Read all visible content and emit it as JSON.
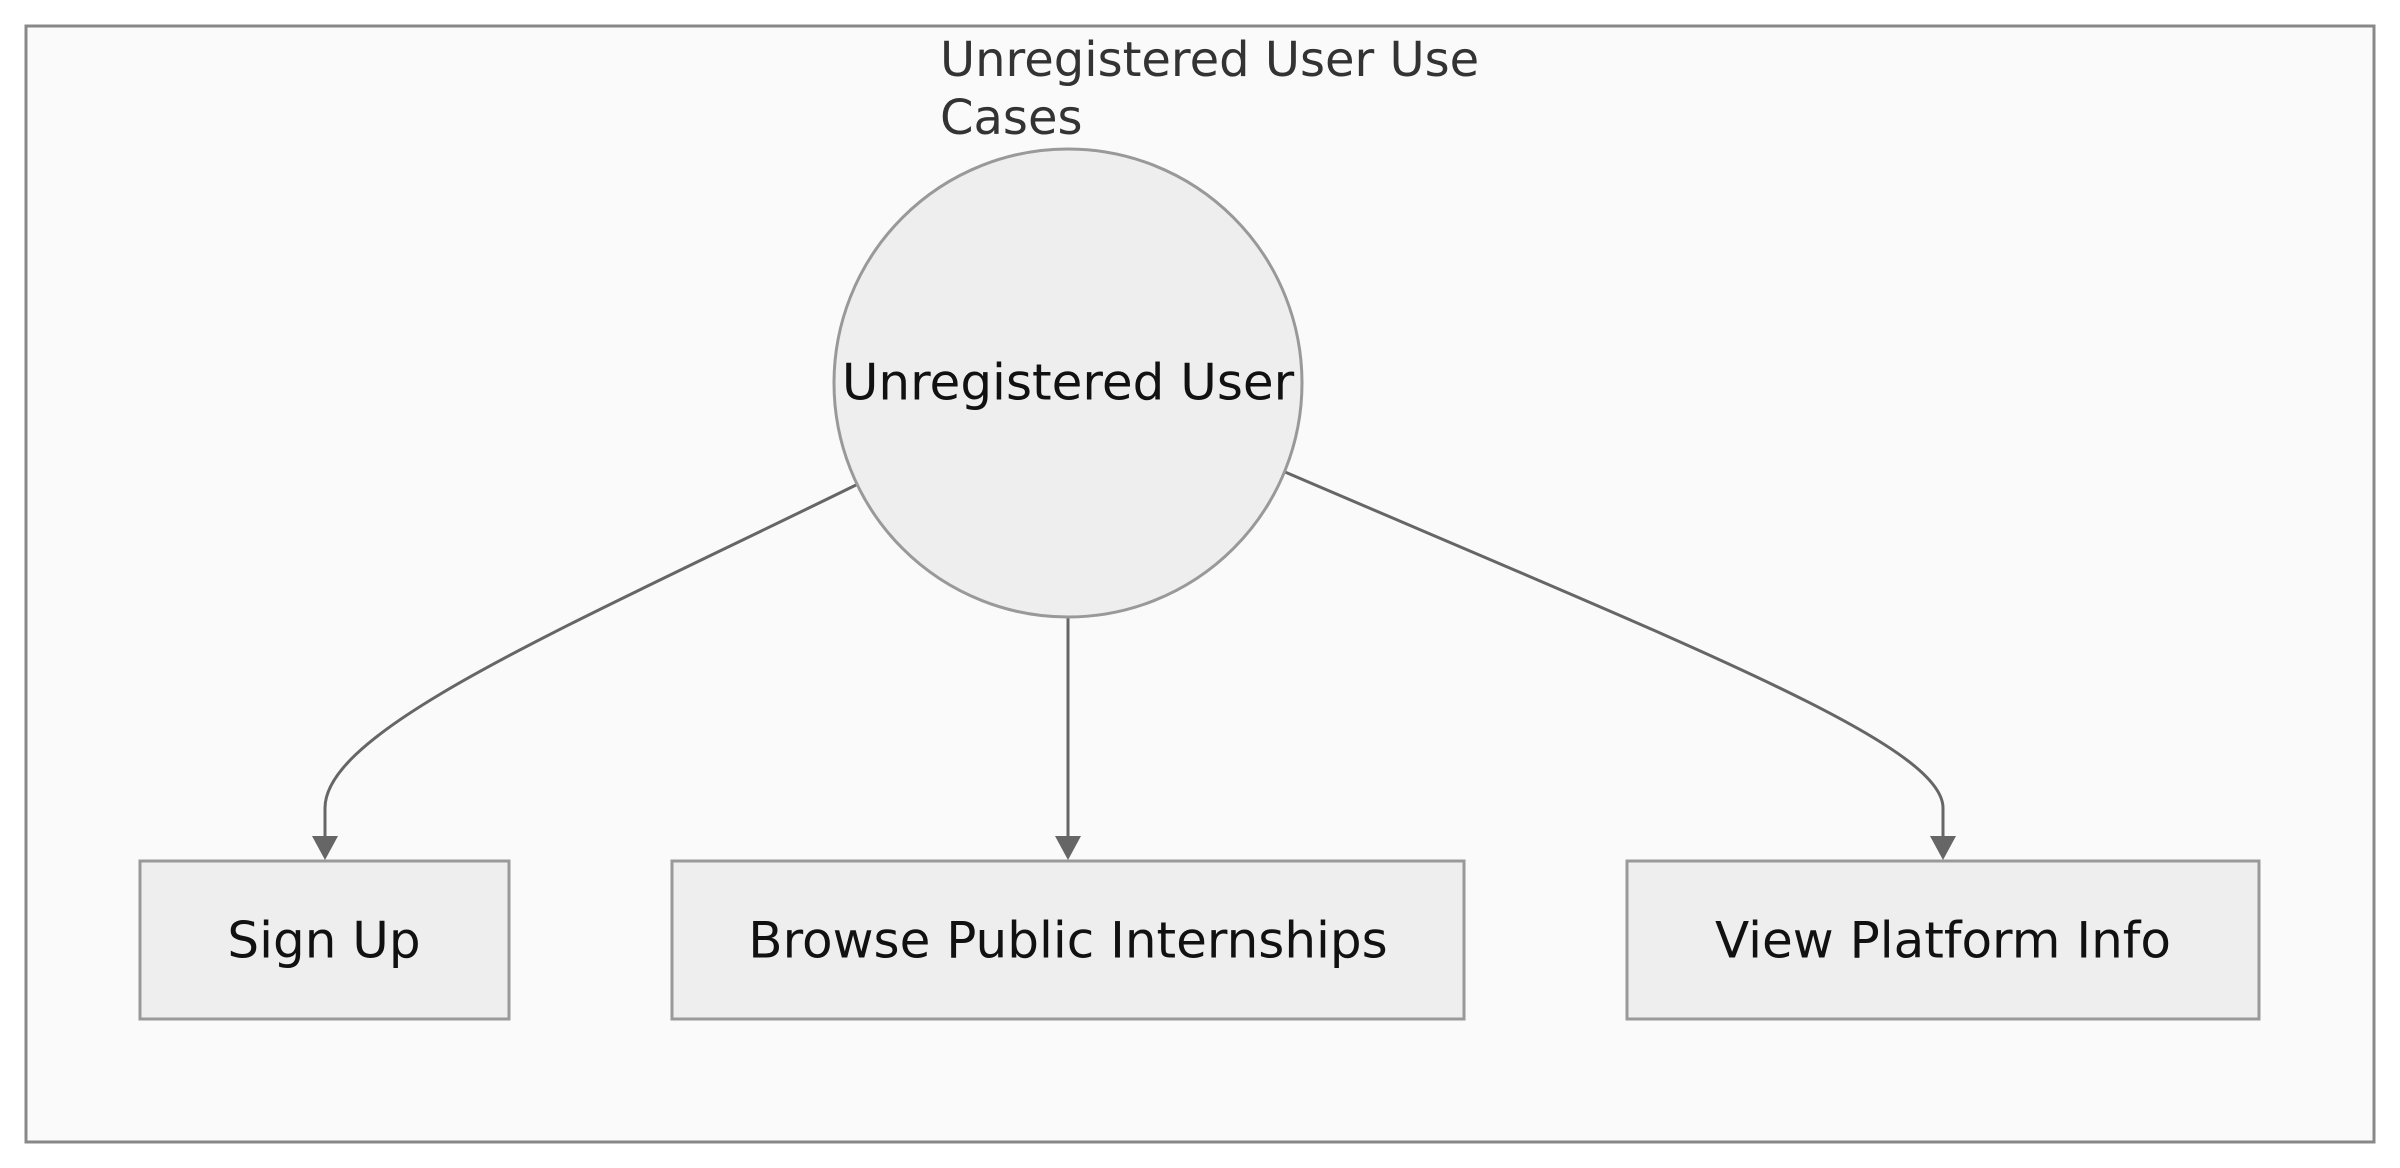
{
  "cluster": {
    "title_line1": "Unregistered User Use",
    "title_line2": "Cases"
  },
  "actor": {
    "label": "Unregistered User",
    "shape": "circle"
  },
  "use_cases": [
    {
      "id": "sign-up",
      "label": "Sign Up"
    },
    {
      "id": "browse-public-internships",
      "label": "Browse Public Internships"
    },
    {
      "id": "view-platform-info",
      "label": "View Platform Info"
    }
  ],
  "edges": [
    {
      "from": "actor",
      "to": "sign-up"
    },
    {
      "from": "actor",
      "to": "browse-public-internships"
    },
    {
      "from": "actor",
      "to": "view-platform-info"
    }
  ],
  "colors": {
    "background": "#ffffff",
    "cluster_fill": "#fafafa",
    "cluster_stroke": "#888888",
    "node_fill": "#eeeeee",
    "node_stroke": "#999999",
    "edge": "#666666",
    "text": "#111111"
  }
}
